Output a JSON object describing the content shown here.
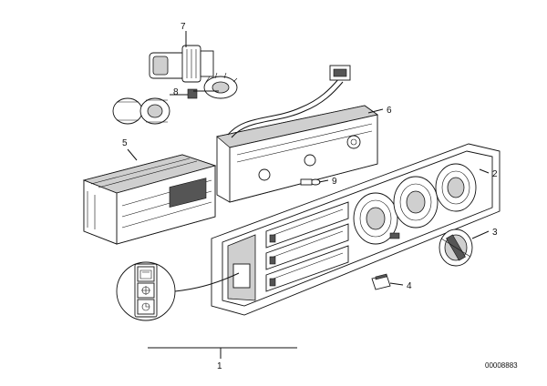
{
  "diagram": {
    "part_labels": {
      "p1": "1",
      "p2": "2",
      "p3": "3",
      "p4": "4",
      "p5": "5",
      "p6": "6",
      "p7": "7",
      "p8": "8",
      "p9": "9"
    },
    "reference_number": "00008883"
  }
}
